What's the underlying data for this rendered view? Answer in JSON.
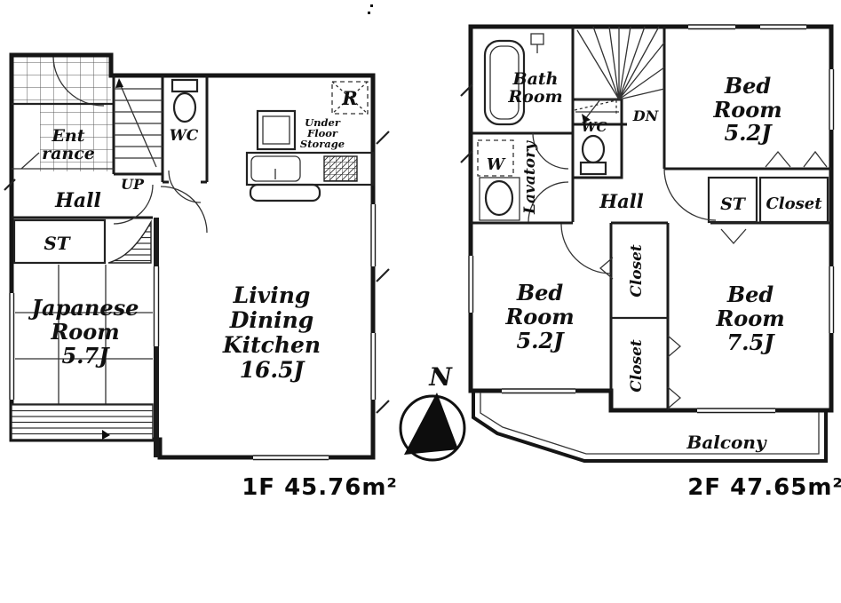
{
  "document": {
    "type": "real-estate floor plan",
    "ink_color": "#151515",
    "background": "#ffffff"
  },
  "compass": {
    "north": "N"
  },
  "floor1": {
    "entrance": [
      "Ent",
      "rance"
    ],
    "up": "UP",
    "wc": "WC",
    "hall": "Hall",
    "st": "ST",
    "japanese": [
      "Japanese",
      "Room",
      "5.7J"
    ],
    "ldk": [
      "Living",
      "Dining",
      "Kitchen",
      "16.5J"
    ],
    "fridge": "R",
    "under_floor": [
      "Under",
      "Floor",
      "Storage"
    ],
    "area": "1F 45.76m²"
  },
  "floor2": {
    "bath": [
      "Bath",
      "Room"
    ],
    "dn": "DN",
    "wc": "WC",
    "washer": "W",
    "lavatory": "Lavatory",
    "hall": "Hall",
    "st": "ST",
    "closet_top": "Closet",
    "closet_mid_upper": "Closet",
    "closet_mid_lower": "Closet",
    "bed_top": [
      "Bed",
      "Room",
      "5.2J"
    ],
    "bed_left": [
      "Bed",
      "Room",
      "5.2J"
    ],
    "bed_right": [
      "Bed",
      "Room",
      "7.5J"
    ],
    "balcony": "Balcony",
    "area": "2F 47.65m²"
  }
}
